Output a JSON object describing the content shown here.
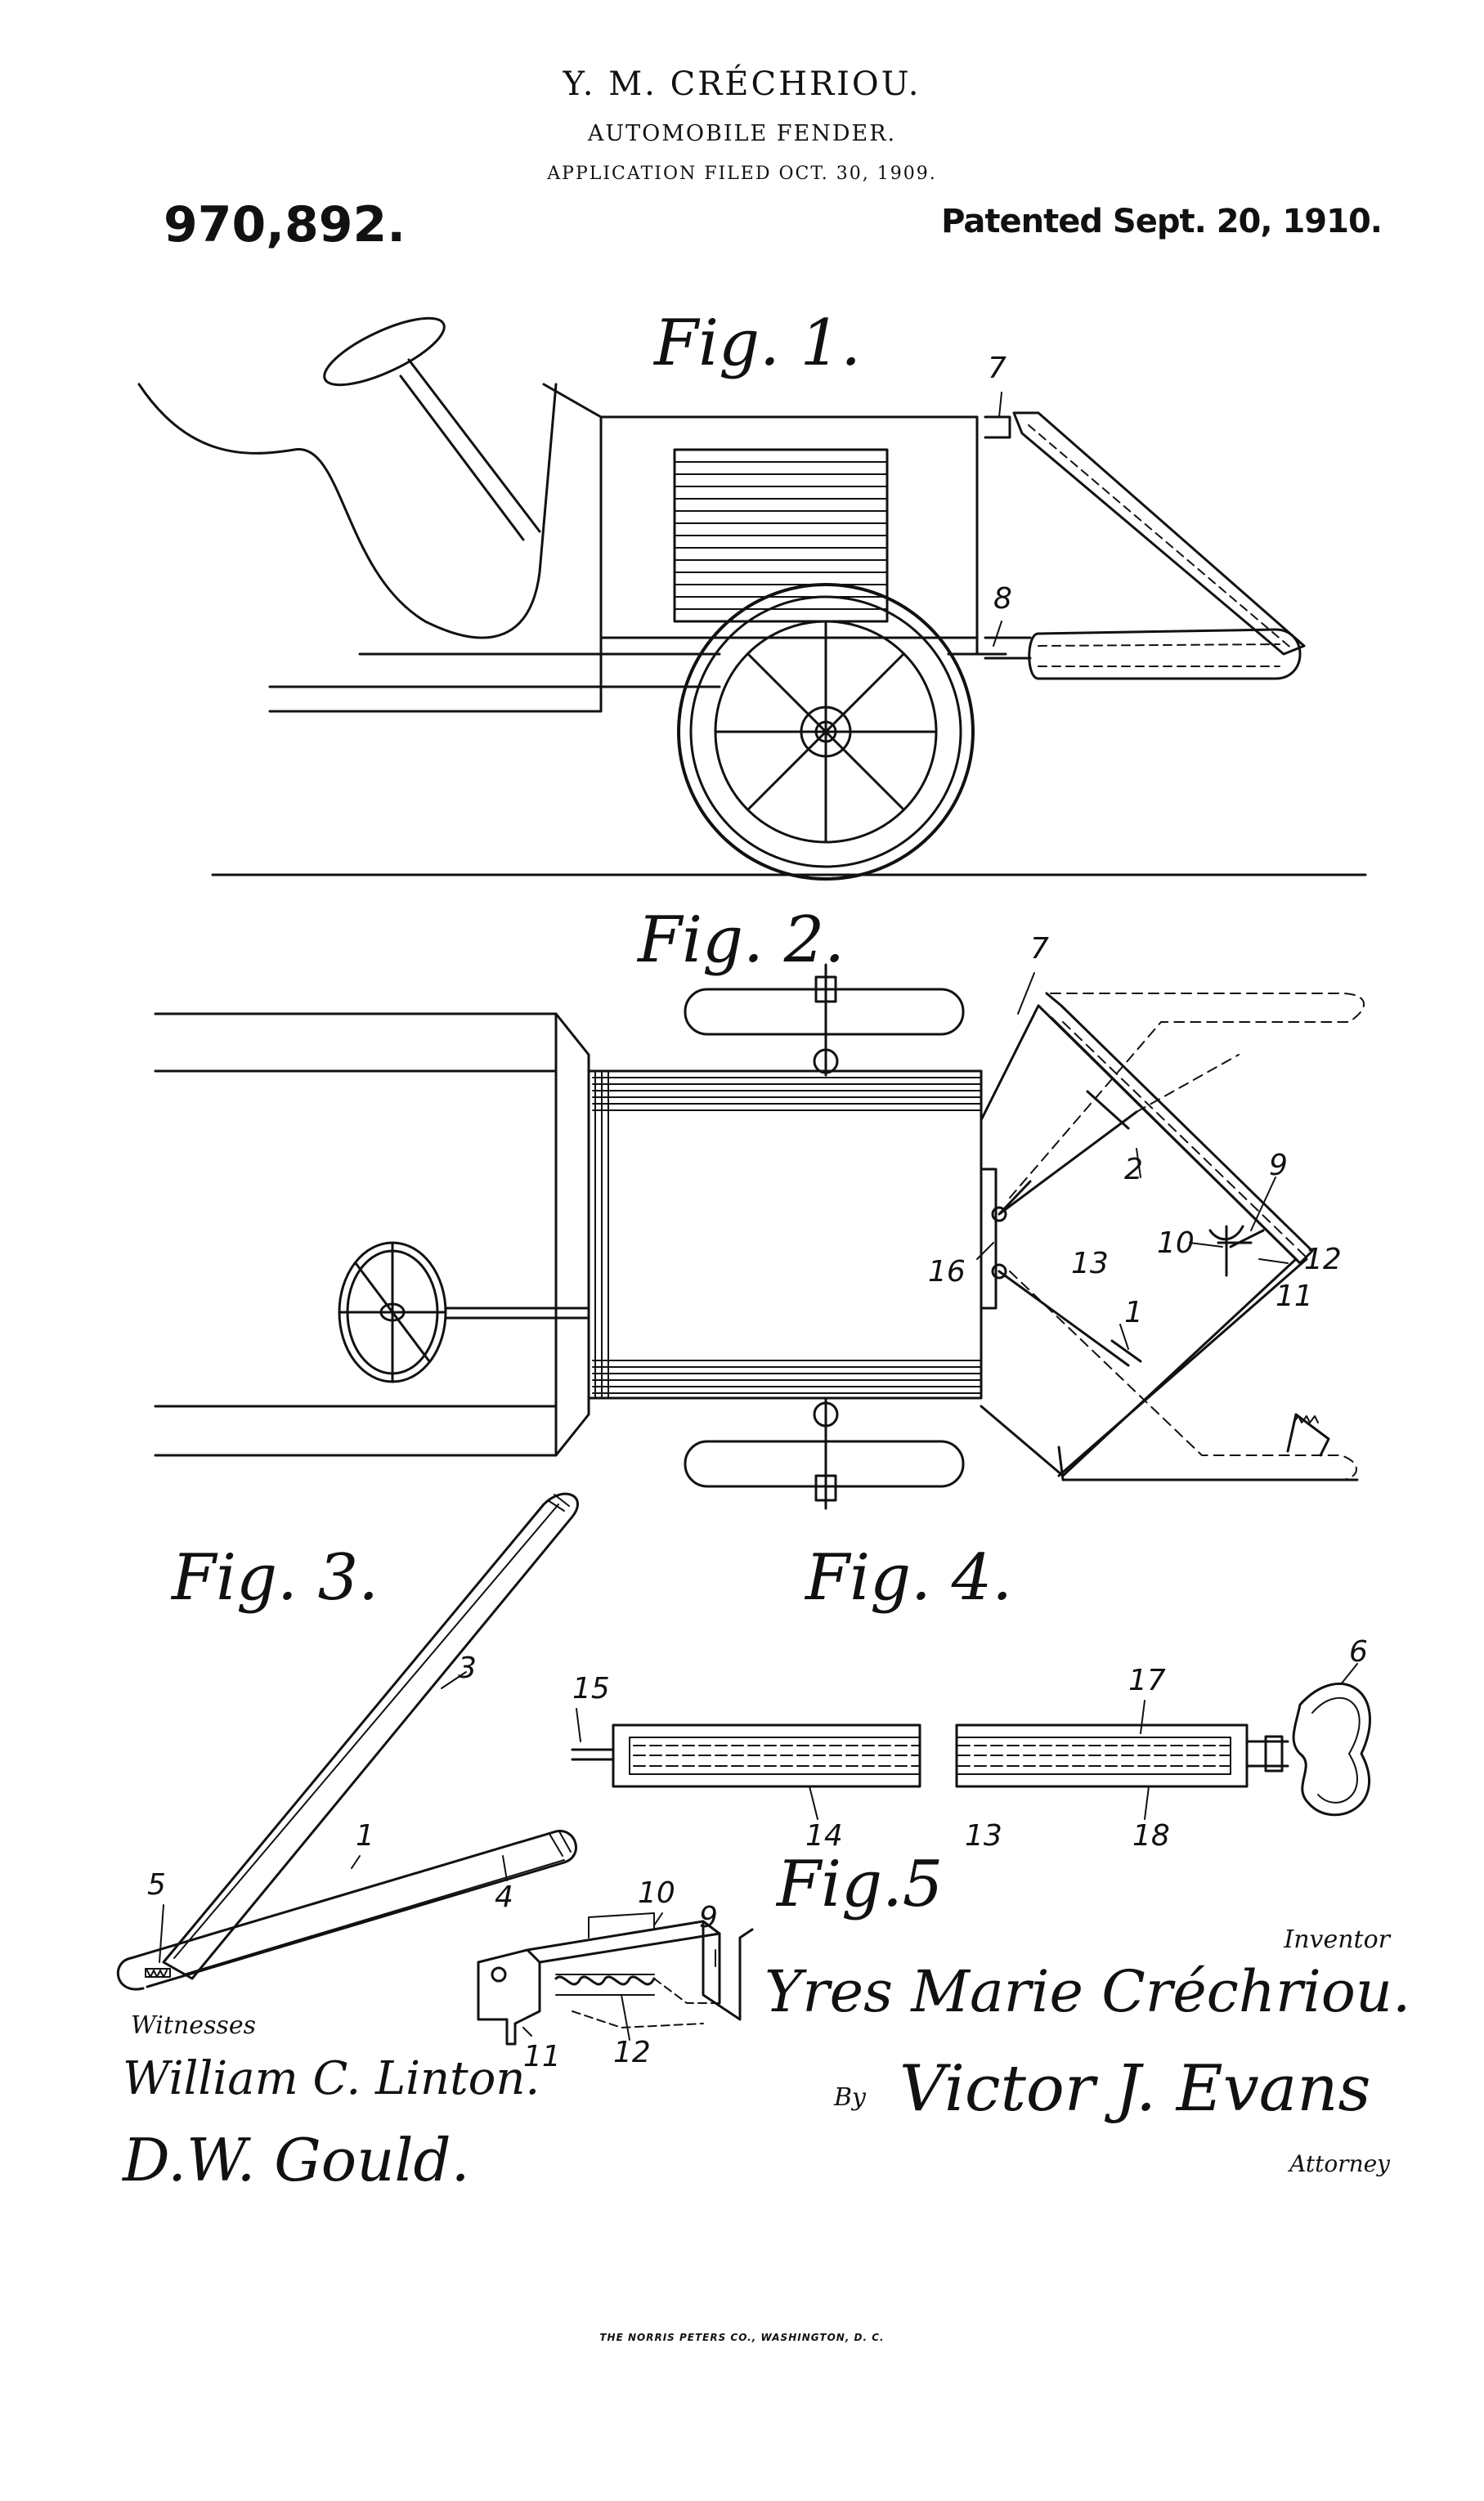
{
  "header": {
    "inventor_name": "Y. M. CRÉCHRIOU.",
    "title": "AUTOMOBILE FENDER.",
    "application": "APPLICATION FILED OCT. 30, 1909.",
    "patent_number": "970,892.",
    "patent_date": "Patented Sept. 20, 1910."
  },
  "figures": {
    "fig1": "Fig. 1.",
    "fig2": "Fig. 2.",
    "fig3": "Fig. 3.",
    "fig4": "Fig. 4.",
    "fig5": "Fig.5"
  },
  "reference_numerals": {
    "fig1": [
      "7",
      "8"
    ],
    "fig2": [
      "7",
      "2",
      "9",
      "10",
      "12",
      "11",
      "16",
      "13",
      "1"
    ],
    "fig3": [
      "3",
      "1",
      "5",
      "4"
    ],
    "fig4": [
      "15",
      "17",
      "6",
      "14",
      "13",
      "18"
    ],
    "fig5": [
      "10",
      "9",
      "11",
      "12"
    ]
  },
  "signatures": {
    "inventor_label": "Inventor",
    "inventor": "Yres Marie Créchriou.",
    "witnesses_label": "Witnesses",
    "witness1": "William C. Linton.",
    "witness2": "D.W. Gould.",
    "by_label": "By",
    "attorney": "Victor J. Evans",
    "attorney_label": "Attorney"
  },
  "footer": "THE NORRIS PETERS CO., WASHINGTON, D. C."
}
